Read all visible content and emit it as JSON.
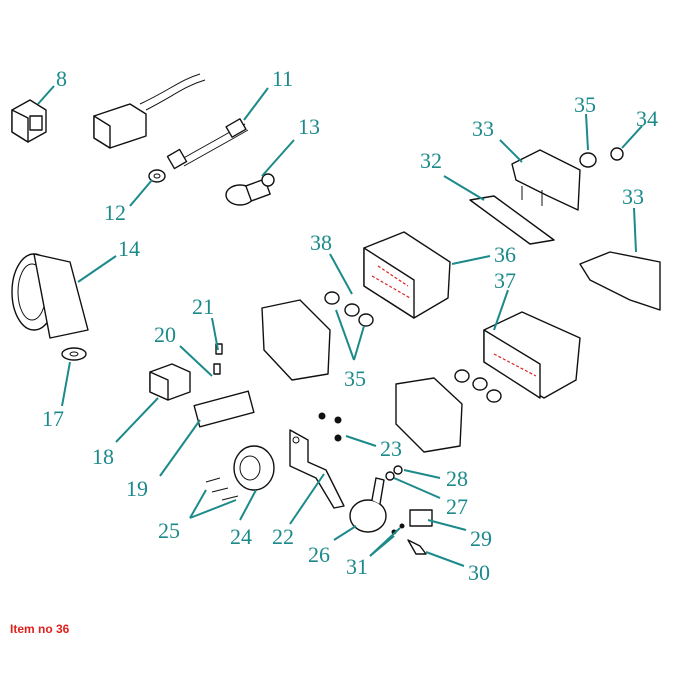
{
  "callouts": [
    {
      "id": "8",
      "label": "8"
    },
    {
      "id": "11",
      "label": "11"
    },
    {
      "id": "12",
      "label": "12"
    },
    {
      "id": "13",
      "label": "13"
    },
    {
      "id": "14",
      "label": "14"
    },
    {
      "id": "17",
      "label": "17"
    },
    {
      "id": "18",
      "label": "18"
    },
    {
      "id": "19",
      "label": "19"
    },
    {
      "id": "20",
      "label": "20"
    },
    {
      "id": "21",
      "label": "21"
    },
    {
      "id": "22",
      "label": "22"
    },
    {
      "id": "23",
      "label": "23"
    },
    {
      "id": "24",
      "label": "24"
    },
    {
      "id": "25",
      "label": "25"
    },
    {
      "id": "26",
      "label": "26"
    },
    {
      "id": "27",
      "label": "27"
    },
    {
      "id": "28",
      "label": "28"
    },
    {
      "id": "29",
      "label": "29"
    },
    {
      "id": "30",
      "label": "30"
    },
    {
      "id": "31",
      "label": "31"
    },
    {
      "id": "32",
      "label": "32"
    },
    {
      "id": "33a",
      "label": "33"
    },
    {
      "id": "33b",
      "label": "33"
    },
    {
      "id": "34",
      "label": "34"
    },
    {
      "id": "35a",
      "label": "35"
    },
    {
      "id": "35b",
      "label": "35"
    },
    {
      "id": "36",
      "label": "36"
    },
    {
      "id": "37",
      "label": "37"
    },
    {
      "id": "38",
      "label": "38"
    }
  ],
  "caption": "Item no 36",
  "colors": {
    "callout": "#1c8a8a",
    "caption": "#e0201c",
    "highlight": "#d22222"
  }
}
